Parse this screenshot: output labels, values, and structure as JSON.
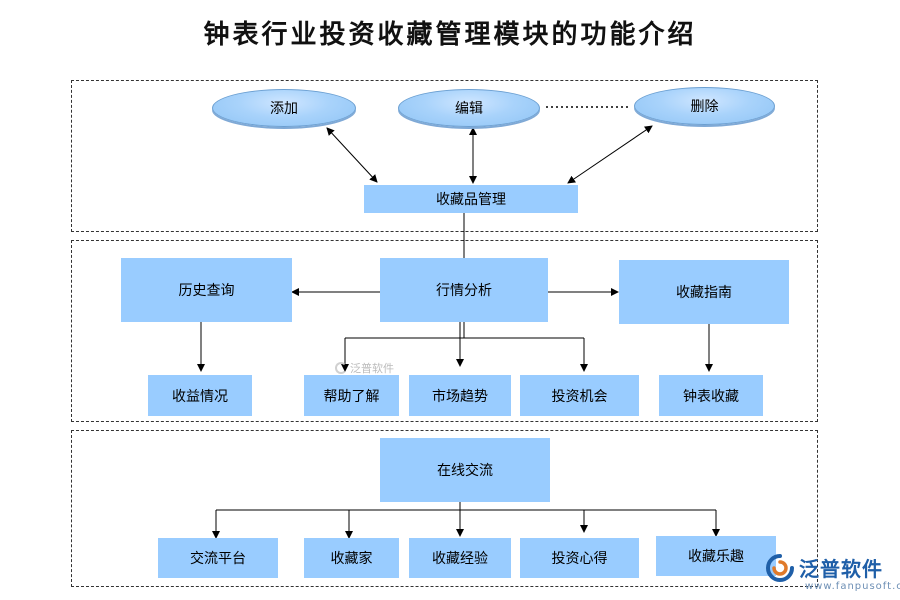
{
  "title": "钟表行业投资收藏管理模块的功能介绍",
  "section1": {
    "ellipses": {
      "add": "添加",
      "edit": "编辑",
      "delete": "删除"
    },
    "center": "收藏品管理"
  },
  "section2": {
    "center": "行情分析",
    "left": "历史查询",
    "right": "收藏指南",
    "leaves": {
      "income": "收益情况",
      "help": "帮助了解",
      "market_trend": "市场趋势",
      "opportunity": "投资机会",
      "watch_collect": "钟表收藏"
    }
  },
  "section3": {
    "center": "在线交流",
    "leaves": {
      "platform": "交流平台",
      "collector": "收藏家",
      "experience": "收藏经验",
      "insight": "投资心得",
      "fun": "收藏乐趣"
    }
  },
  "watermark": "泛普软件",
  "brand": {
    "name": "泛普软件",
    "url": "www.fanpusoft.com"
  },
  "colors": {
    "box_fill": "#99ccff",
    "ellipse_fill": "#a9d3fb",
    "brand_blue": "#1f5fa8"
  }
}
